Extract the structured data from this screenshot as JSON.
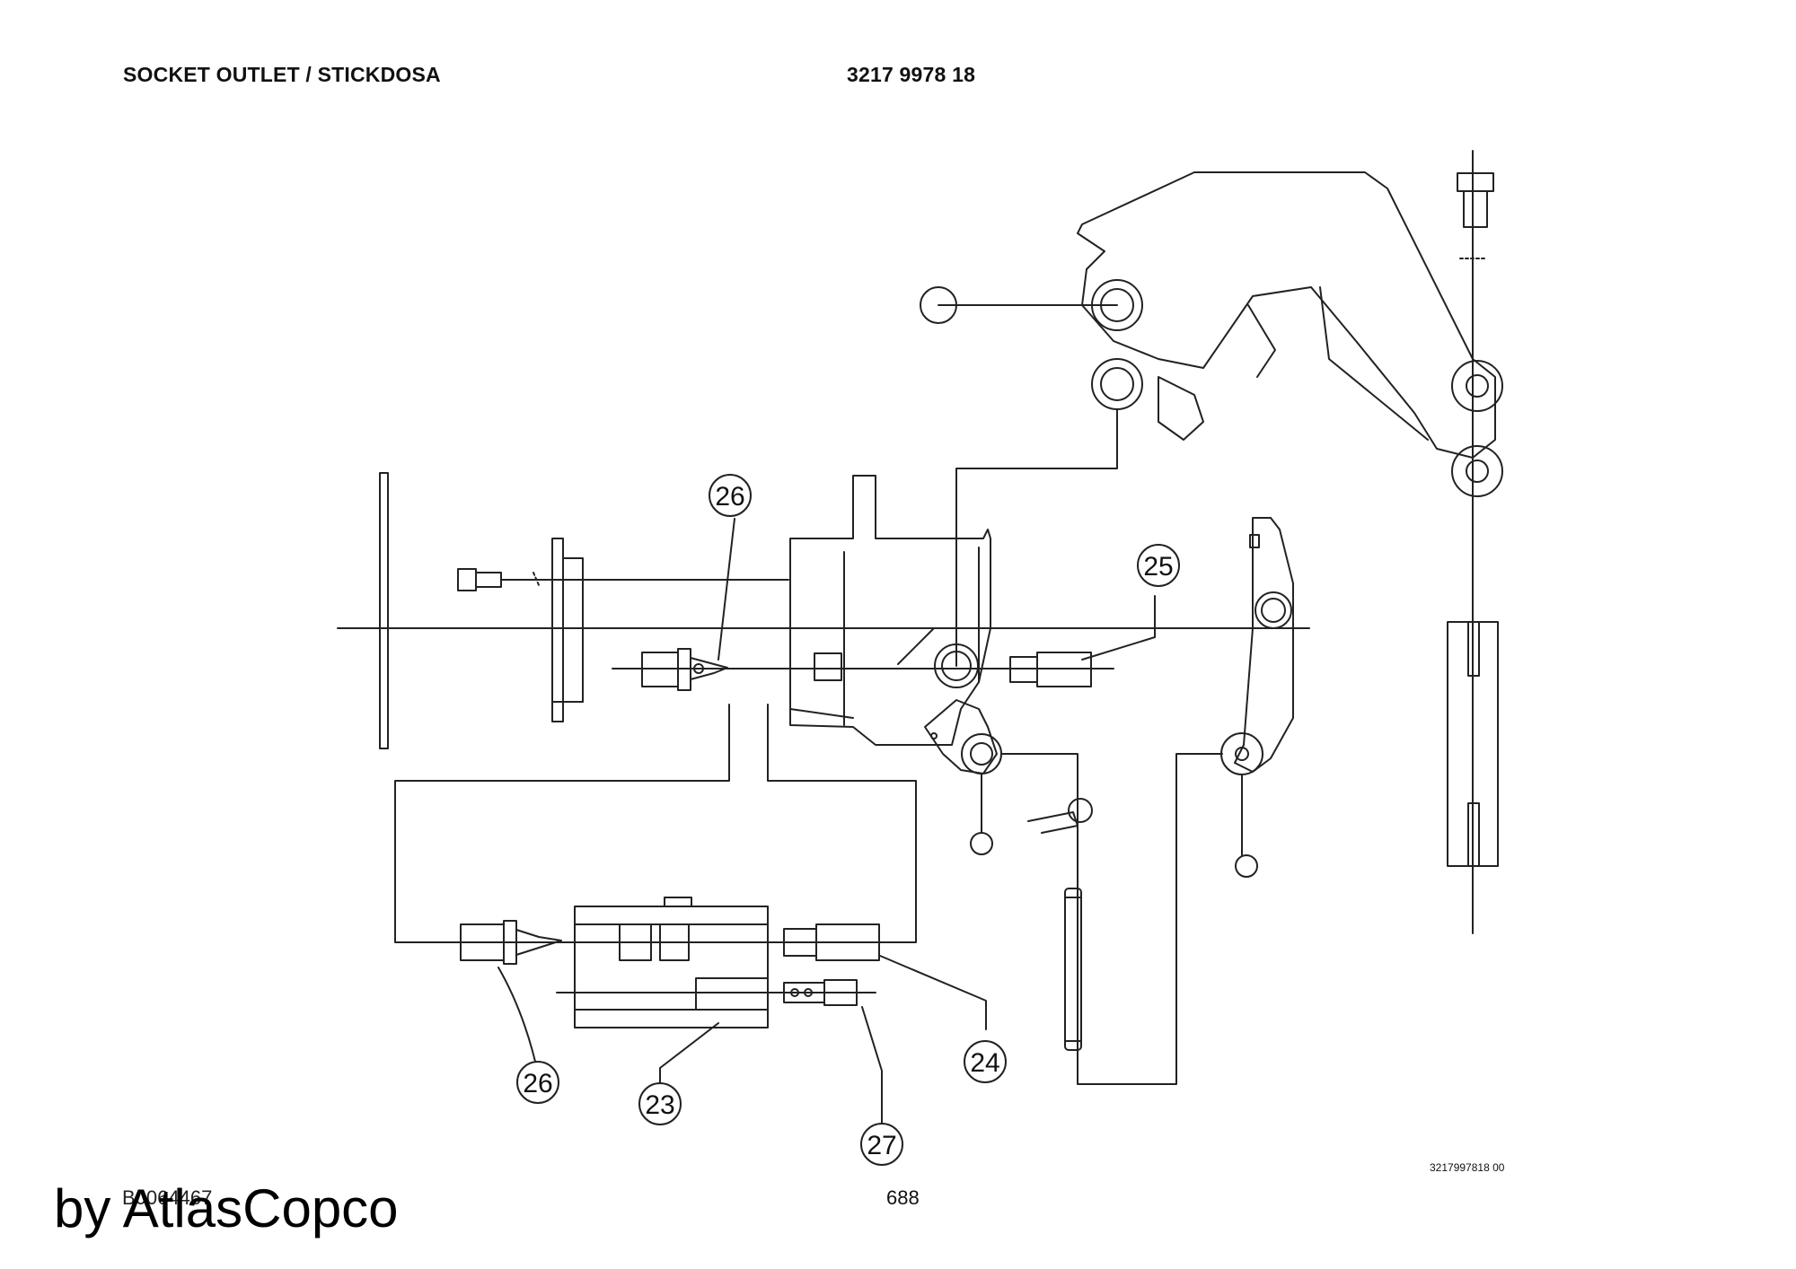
{
  "header": {
    "title": "SOCKET OUTLET / STICKDOSA",
    "part_number": "3217 9978 18"
  },
  "callouts": [
    {
      "label": "26"
    },
    {
      "label": "25"
    },
    {
      "label": "26"
    },
    {
      "label": "23"
    },
    {
      "label": "27"
    },
    {
      "label": "24"
    }
  ],
  "footer": {
    "drawing_ref": "3217997818 00",
    "doc_id": "B0064467",
    "page_number": "688",
    "brand": "by AtlasCopco"
  }
}
